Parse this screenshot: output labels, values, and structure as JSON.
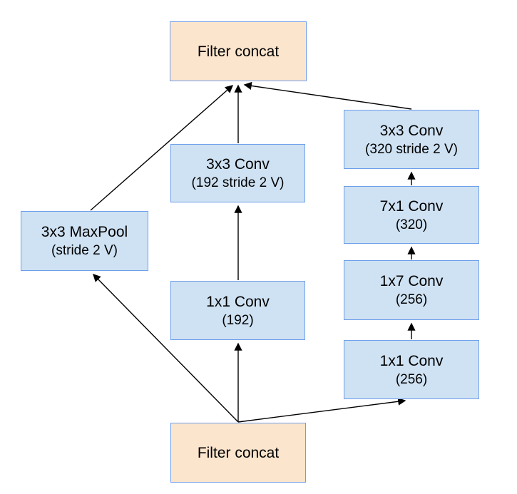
{
  "diagram": {
    "type": "flowchart",
    "nodes": {
      "filter_concat_top": {
        "label": "Filter concat"
      },
      "conv3x3_192": {
        "label": "3x3 Conv",
        "sublabel": "(192 stride 2 V)"
      },
      "conv1x1_192": {
        "label": "1x1 Conv",
        "sublabel": "(192)"
      },
      "maxpool": {
        "label": "3x3 MaxPool",
        "sublabel": "(stride 2 V)"
      },
      "conv3x3_320": {
        "label": "3x3 Conv",
        "sublabel": "(320 stride 2 V)"
      },
      "conv7x1_320": {
        "label": "7x1 Conv",
        "sublabel": "(320)"
      },
      "conv1x7_256": {
        "label": "1x7 Conv",
        "sublabel": "(256)"
      },
      "conv1x1_256": {
        "label": "1x1 Conv",
        "sublabel": "(256)"
      },
      "filter_concat_bottom": {
        "label": "Filter concat"
      }
    },
    "edges": [
      {
        "from": "filter_concat_bottom",
        "to": "maxpool"
      },
      {
        "from": "filter_concat_bottom",
        "to": "conv1x1_192"
      },
      {
        "from": "filter_concat_bottom",
        "to": "conv1x1_256"
      },
      {
        "from": "conv1x1_192",
        "to": "conv3x3_192"
      },
      {
        "from": "conv3x3_192",
        "to": "filter_concat_top"
      },
      {
        "from": "maxpool",
        "to": "filter_concat_top"
      },
      {
        "from": "conv3x3_320",
        "to": "filter_concat_top"
      },
      {
        "from": "conv1x1_256",
        "to": "conv1x7_256"
      },
      {
        "from": "conv1x7_256",
        "to": "conv7x1_320"
      },
      {
        "from": "conv7x1_320",
        "to": "conv3x3_320"
      }
    ],
    "colors": {
      "node_fill_blue": "#cfe2f3",
      "node_fill_peach": "#fce5cd",
      "node_border": "#6d9eeb",
      "arrow": "#000000",
      "background": "#ffffff",
      "text": "#000000"
    }
  }
}
